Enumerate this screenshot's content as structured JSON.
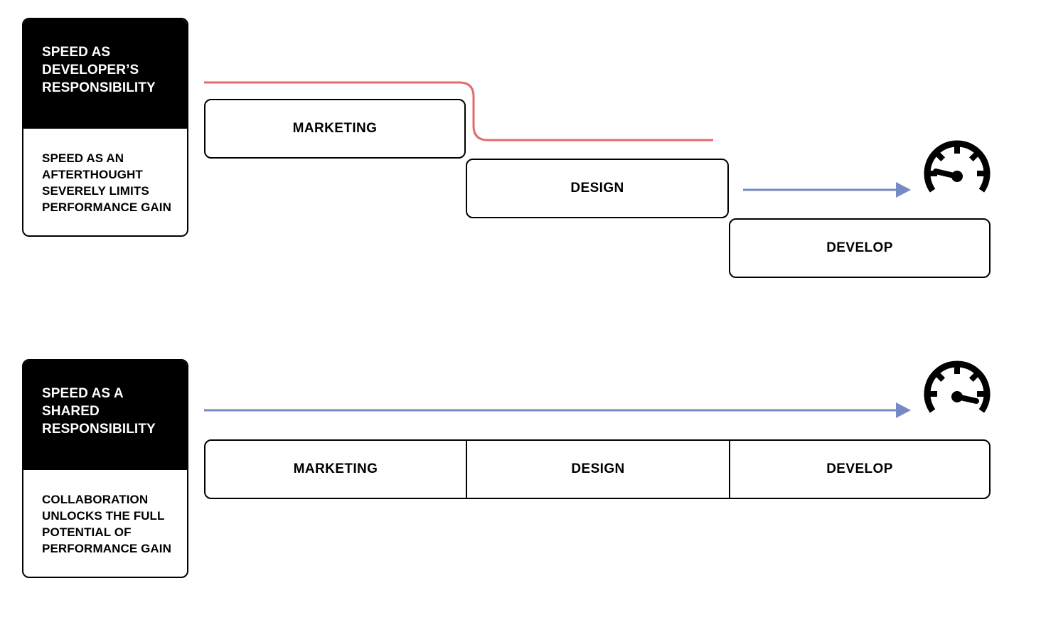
{
  "colors": {
    "background": "#ffffff",
    "box_border": "#000000",
    "card_black": "#000000",
    "card_text_light": "#ffffff",
    "card_text_dark": "#000000",
    "connector_red": "#e06c6c",
    "connector_blue": "#7589c4"
  },
  "icons": {
    "slow_gauge": "speedometer-low-icon",
    "fast_gauge": "speedometer-high-icon"
  },
  "scenarios": [
    {
      "title": "SPEED AS\nDEVELOPER’S\nRESPONSIBILITY",
      "description": "SPEED AS AN\nAFTERTHOUGHT\nSEVERELY LIMITS\nPERFORMANCE GAIN",
      "phases": [
        "MARKETING",
        "DESIGN",
        "DEVELOP"
      ]
    },
    {
      "title": "SPEED AS A\nSHARED\nRESPONSIBILITY",
      "description": "COLLABORATION\nUNLOCKS THE FULL\nPOTENTIAL OF\nPERFORMANCE GAIN",
      "phases": [
        "MARKETING",
        "DESIGN",
        "DEVELOP"
      ]
    }
  ]
}
